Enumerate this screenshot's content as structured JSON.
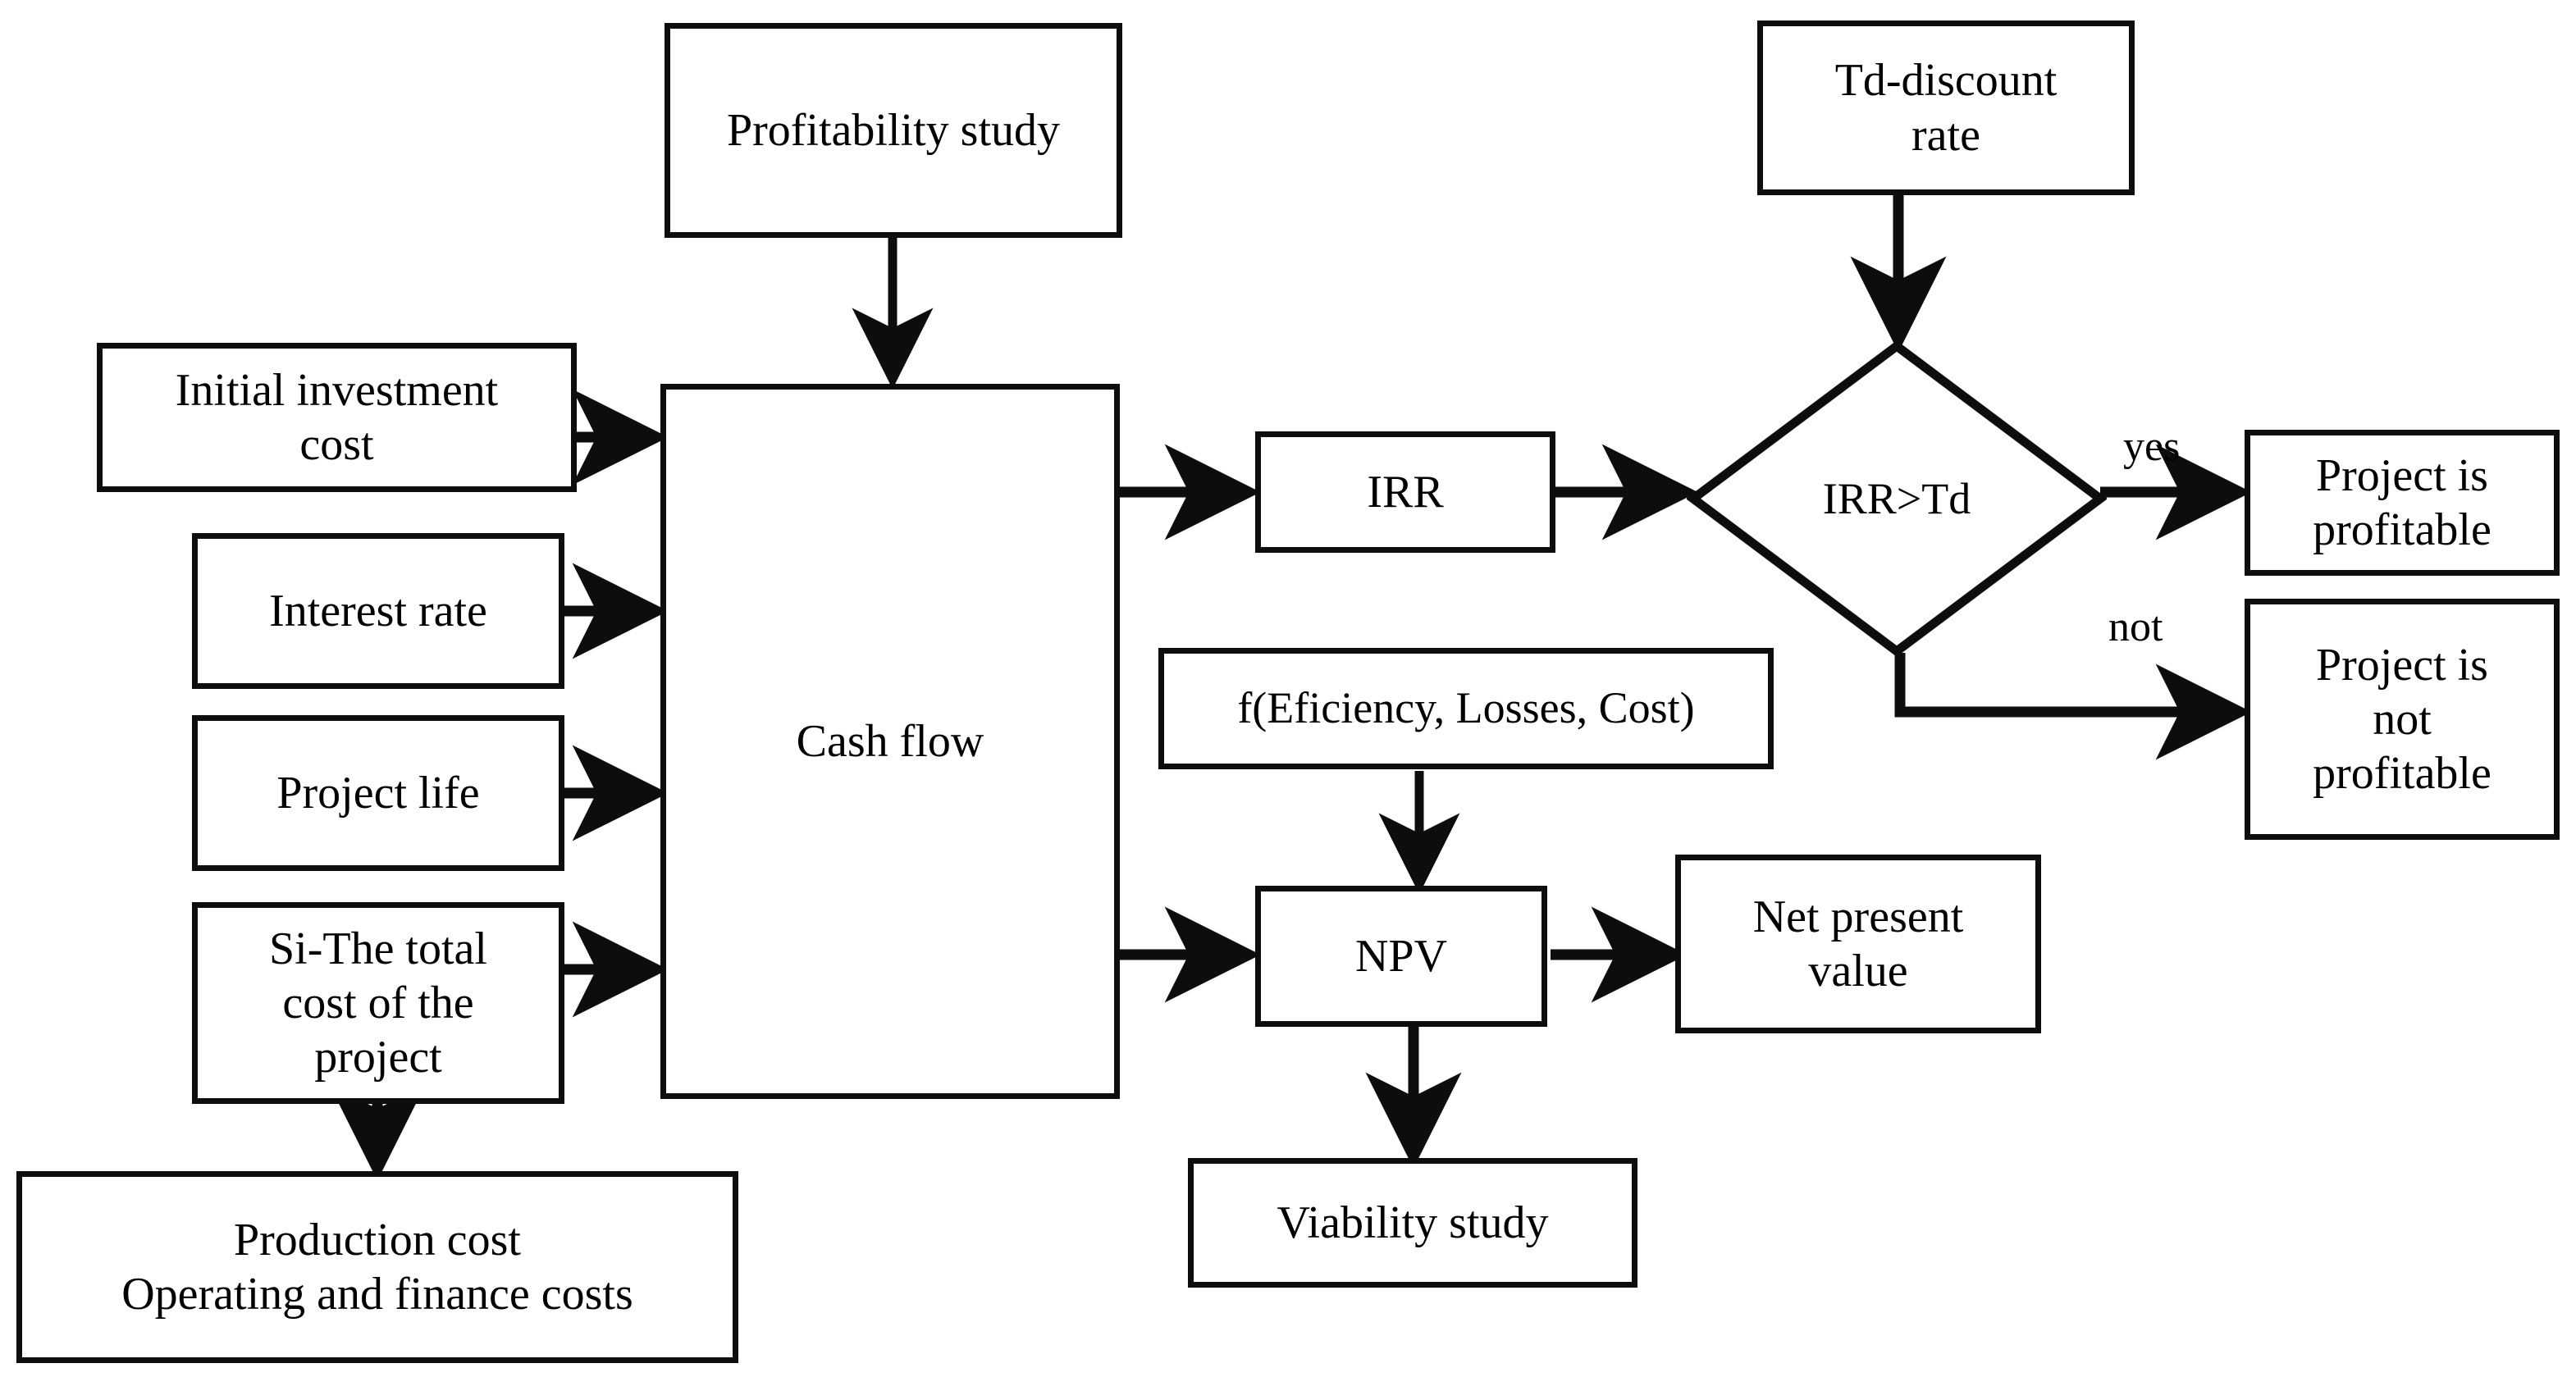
{
  "diagram": {
    "type": "flowchart",
    "title": "Economic evaluation flowchart",
    "colors": {
      "line": "#0d0d0d",
      "fill": "#ffffff",
      "text": "#000000"
    },
    "nodes": {
      "profitability_study": {
        "label": "Profitability study",
        "shape": "rectangle"
      },
      "td_discount_rate": {
        "label": "Td-discount\nrate",
        "shape": "rectangle"
      },
      "initial_investment_cost": {
        "label": "Initial investment\ncost",
        "shape": "rectangle"
      },
      "interest_rate": {
        "label": "Interest rate",
        "shape": "rectangle"
      },
      "project_life": {
        "label": "Project life",
        "shape": "rectangle"
      },
      "si_total_cost": {
        "label": "Si-The total\ncost of the\nproject",
        "shape": "rectangle"
      },
      "production_cost": {
        "label": "Production cost\nOperating and finance costs",
        "shape": "rectangle"
      },
      "cash_flow": {
        "label": "Cash flow",
        "shape": "rectangle"
      },
      "irr": {
        "label": "IRR",
        "shape": "rectangle"
      },
      "decision_irr_gt_td": {
        "label": "IRR>Td",
        "shape": "diamond"
      },
      "project_is_profitable": {
        "label": "Project is\nprofitable",
        "shape": "rectangle"
      },
      "project_is_not_profitable": {
        "label": "Project is\nnot\nprofitable",
        "shape": "rectangle"
      },
      "efficiency_function": {
        "label": "f(Eficiency, Losses, Cost)",
        "shape": "rectangle"
      },
      "npv": {
        "label": "NPV",
        "shape": "rectangle"
      },
      "net_present_value": {
        "label": "Net present\nvalue",
        "shape": "rectangle"
      },
      "viability_study": {
        "label": "Viability study",
        "shape": "rectangle"
      }
    },
    "edge_labels": {
      "yes": "yes",
      "not": "not"
    },
    "edges": [
      {
        "from": "profitability_study",
        "to": "cash_flow"
      },
      {
        "from": "initial_investment_cost",
        "to": "cash_flow"
      },
      {
        "from": "interest_rate",
        "to": "cash_flow"
      },
      {
        "from": "project_life",
        "to": "cash_flow"
      },
      {
        "from": "si_total_cost",
        "to": "cash_flow"
      },
      {
        "from": "si_total_cost",
        "to": "production_cost"
      },
      {
        "from": "cash_flow",
        "to": "irr"
      },
      {
        "from": "cash_flow",
        "to": "npv"
      },
      {
        "from": "irr",
        "to": "decision_irr_gt_td"
      },
      {
        "from": "td_discount_rate",
        "to": "decision_irr_gt_td"
      },
      {
        "from": "decision_irr_gt_td",
        "to": "project_is_profitable",
        "label": "yes"
      },
      {
        "from": "decision_irr_gt_td",
        "to": "project_is_not_profitable",
        "label": "not"
      },
      {
        "from": "efficiency_function",
        "to": "npv"
      },
      {
        "from": "npv",
        "to": "net_present_value"
      },
      {
        "from": "npv",
        "to": "viability_study"
      }
    ]
  }
}
